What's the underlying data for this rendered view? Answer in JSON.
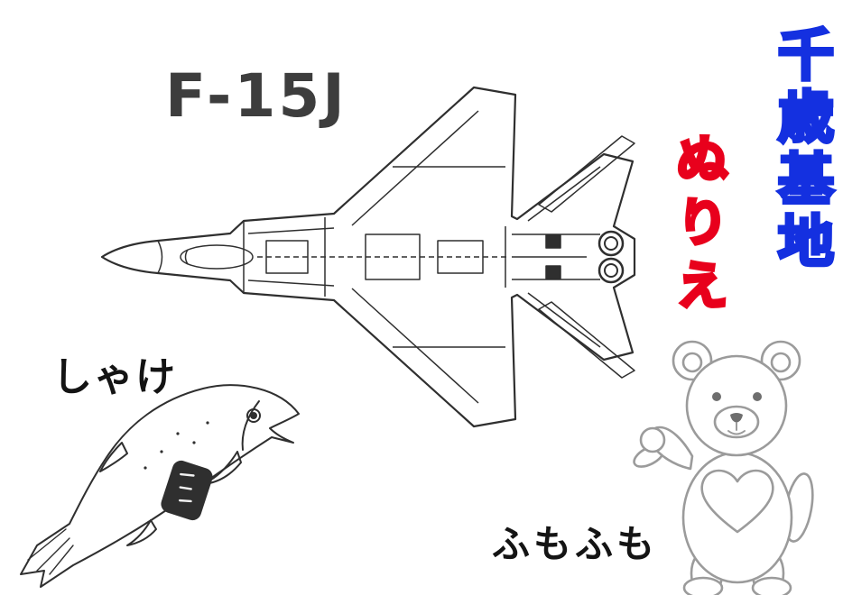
{
  "labels": {
    "title": "F-15J",
    "base_vertical": "千歳基地",
    "nurie_vertical": "ぬりえ",
    "salmon": "しゃけ",
    "bear": "ふもふも"
  },
  "colors": {
    "title_ink": "#3d3d3d",
    "base_blue": "#1430e0",
    "nurie_red": "#e8001c",
    "label_ink": "#141414",
    "line_ink": "#2f2f2f",
    "bear_gray": "#9b9b9b",
    "bear_dark": "#6e6e6e"
  },
  "drawings": {
    "jet": "f15j-top-view-line-art",
    "salmon": "salmon-line-art",
    "bear": "teddy-bear-line-art"
  }
}
